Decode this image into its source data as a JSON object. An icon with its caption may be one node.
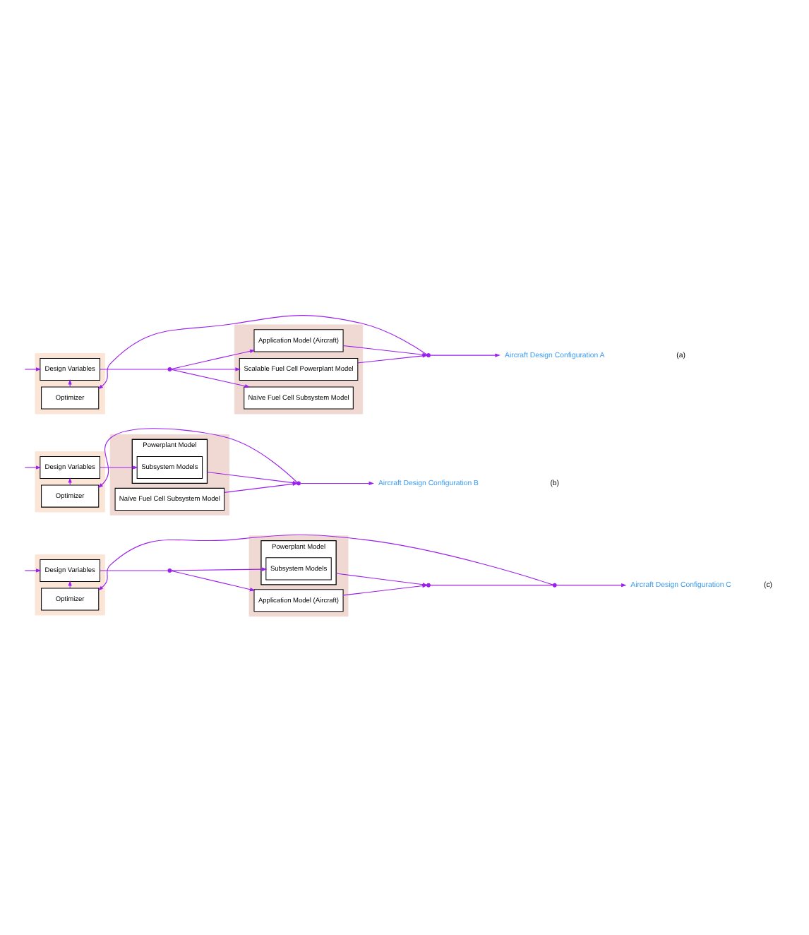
{
  "diagram": {
    "nodes": [
      {
        "text": [],
        "shape": "box"
      },
      {
        "text": [
          "Design Variables"
        ],
        "in": 0
      },
      {
        "text": [
          "Optimizer"
        ],
        "in": 0
      },
      {
        "text": [],
        "shape": "box"
      },
      {
        "text": [
          "Application Model (Aircraft)"
        ],
        "in": 3
      },
      {
        "text": [
          "Scalable Fuel Cell Powerplant Model"
        ],
        "in": 3
      },
      {
        "text": [
          "Naïve Fuel Cell Subsystem Model"
        ],
        "in": 3
      },
      {
        "text": [],
        "shape": "circle"
      },
      {
        "text": [],
        "shape": "circle"
      },
      {
        "text": [
          "Aircraft Design Configuration A"
        ]
      },
      {
        "text": [],
        "shape": "box"
      },
      {
        "text": [
          "Design Variables"
        ],
        "in": 10
      },
      {
        "text": [
          "Optimizer"
        ],
        "in": 10
      },
      {
        "text": [],
        "shape": "box"
      },
      {
        "text": [
          "Naïve Fuel Cell Subsystem Model"
        ],
        "in": 13
      },
      {
        "text": [
          "Powerplant Model"
        ],
        "in": 13
      },
      {
        "text": [
          "Subsystem Models"
        ],
        "in": 15
      },
      {
        "text": [],
        "shape": "circle"
      },
      {
        "text": [
          "Aircraft Design Configuration B"
        ]
      },
      {
        "text": [],
        "shape": "box"
      },
      {
        "text": [
          "Design Variables"
        ],
        "in": 19
      },
      {
        "text": [
          "Optimizer"
        ],
        "in": 19
      },
      {
        "text": [],
        "shape": "box"
      },
      {
        "text": [
          "Application Model (Aircraft)"
        ],
        "in": 22
      },
      {
        "text": [
          "Powerplant Model"
        ],
        "in": 22
      },
      {
        "text": [
          "Subsystem Models"
        ],
        "in": 24
      },
      {
        "text": [],
        "shape": "circle"
      },
      {
        "text": [],
        "shape": "circle"
      },
      {
        "text": [],
        "shape": "circle"
      },
      {
        "text": [
          "Aircraft Design Configuration C"
        ]
      }
    ],
    "edges": [
      {
        "from": null,
        "to": 1,
        "arrow": "to"
      },
      {
        "from": 2,
        "to": 1,
        "arrow": "to"
      },
      {
        "from": 1,
        "to": 7,
        "arrow": "none"
      },
      {
        "from": 7,
        "to": 4,
        "arrow": "to"
      },
      {
        "from": 7,
        "to": 5,
        "arrow": "to"
      },
      {
        "from": 7,
        "to": 6,
        "arrow": "to"
      },
      {
        "from": 4,
        "to": 8,
        "arrow": "to"
      },
      {
        "from": 5,
        "to": 8,
        "arrow": "to"
      },
      {
        "from": 8,
        "to": 9,
        "arrow": "to"
      },
      {
        "from": 8,
        "to": 2,
        "arrow": "to"
      },
      {
        "from": null,
        "to": 11,
        "arrow": "to"
      },
      {
        "from": 12,
        "to": 11,
        "arrow": "to"
      },
      {
        "from": 11,
        "to": 16,
        "arrow": "to"
      },
      {
        "from": 14,
        "to": 17,
        "arrow": "to"
      },
      {
        "from": 15,
        "to": 17,
        "arrow": "to"
      },
      {
        "from": 17,
        "to": 18,
        "arrow": "to"
      },
      {
        "from": 17,
        "to": 12,
        "arrow": "to"
      },
      {
        "from": null,
        "to": 20,
        "arrow": "to"
      },
      {
        "from": 21,
        "to": 20,
        "arrow": "to"
      },
      {
        "from": 20,
        "to": 26,
        "arrow": "none"
      },
      {
        "from": 26,
        "to": 23,
        "arrow": "to"
      },
      {
        "from": 26,
        "to": 25,
        "arrow": "to"
      },
      {
        "from": 23,
        "to": 27,
        "arrow": "to"
      },
      {
        "from": 24,
        "to": 27,
        "arrow": "to"
      },
      {
        "from": 27,
        "to": 28,
        "arrow": "none"
      },
      {
        "from": 28,
        "to": 29,
        "arrow": "to"
      },
      {
        "from": 28,
        "to": 21,
        "arrow": "to"
      }
    ],
    "labels": [
      "(a)",
      "(b)",
      "(c)"
    ]
  }
}
